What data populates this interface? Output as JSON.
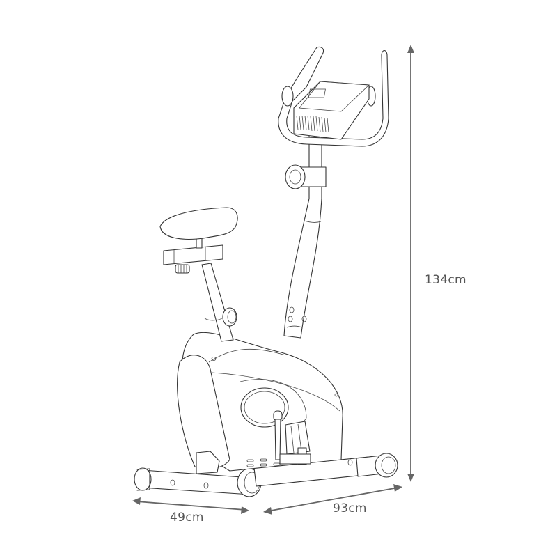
{
  "diagram": {
    "type": "product-dimension-drawing",
    "subject": "upright exercise bike (line drawing)",
    "line_color": "#333333",
    "dimension_color": "#666666",
    "background": "#ffffff"
  },
  "dimensions": {
    "height": {
      "label": "134cm",
      "orientation": "vertical"
    },
    "width": {
      "label": "49cm",
      "orientation": "diagonal-left"
    },
    "length": {
      "label": "93cm",
      "orientation": "diagonal-right"
    }
  }
}
